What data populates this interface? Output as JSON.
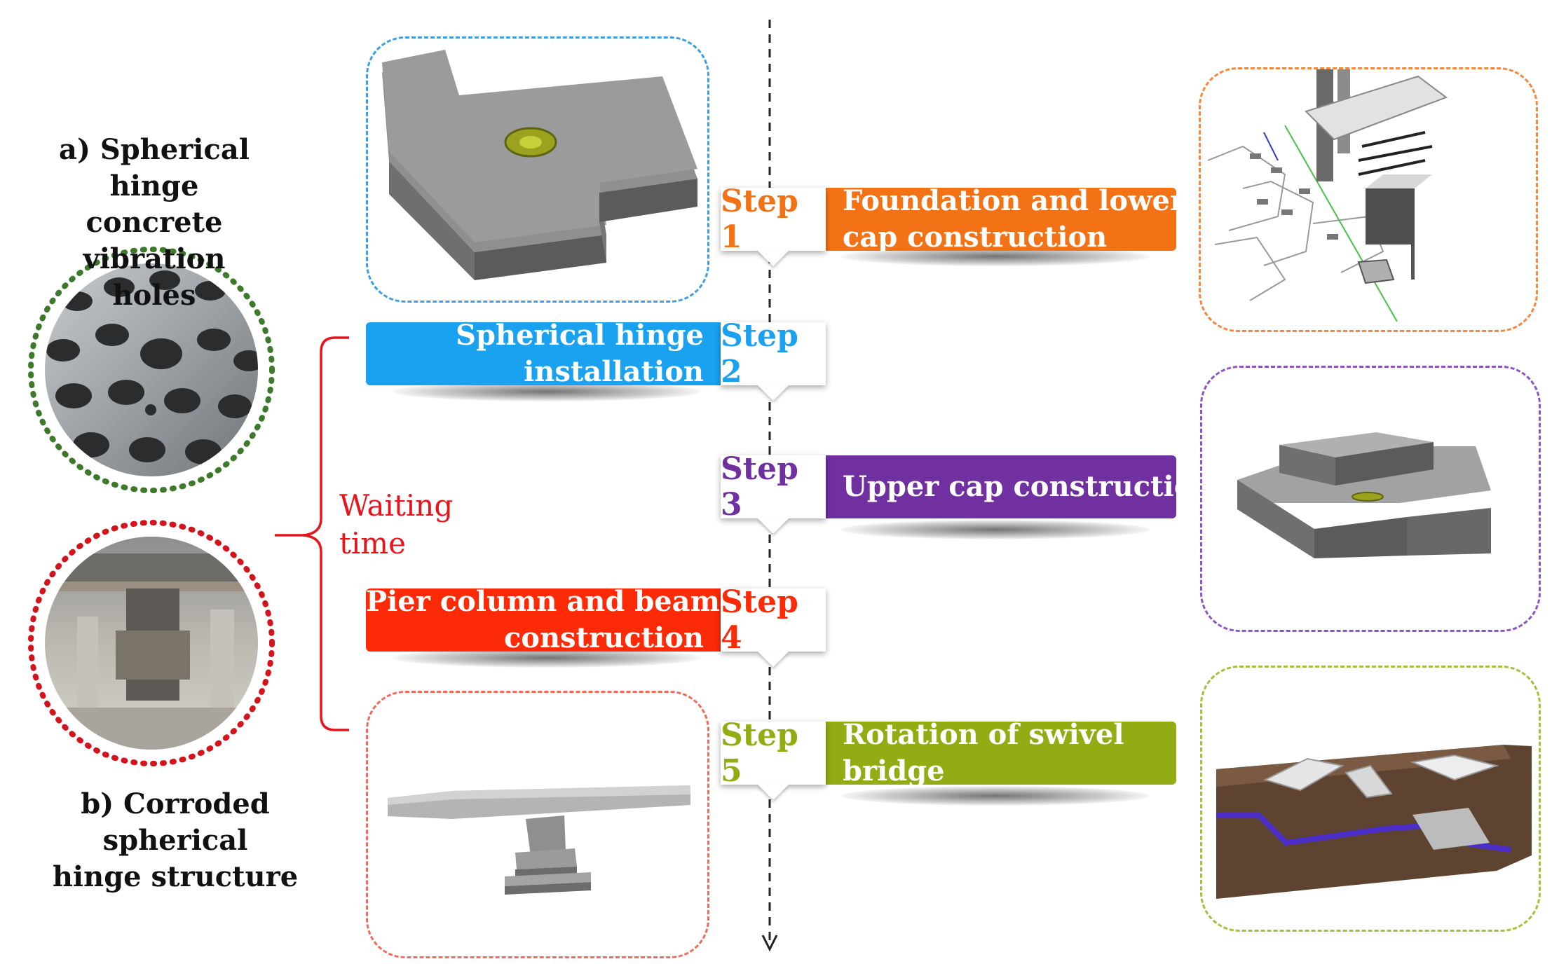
{
  "left_photos": {
    "a_label": [
      "a) Spherical hinge",
      "concrete vibration",
      "holes"
    ],
    "b_label": [
      "b) Corroded spherical",
      "hinge structure"
    ]
  },
  "waiting_time": [
    "Waiting",
    "time"
  ],
  "steps": [
    {
      "tag": "Step 1",
      "lines": [
        "Foundation and lower",
        "cap construction"
      ],
      "color": "#f47216",
      "side": "right"
    },
    {
      "tag": "Step 2",
      "lines": [
        "Spherical hinge",
        "installation"
      ],
      "color": "#1aa1f0",
      "side": "left"
    },
    {
      "tag": "Step 3",
      "lines": [
        "Upper cap construction"
      ],
      "color": "#7030a0",
      "side": "right"
    },
    {
      "tag": "Step 4",
      "lines": [
        "Pier column and beam",
        "construction"
      ],
      "color": "#fd2a07",
      "side": "left"
    },
    {
      "tag": "Step 5",
      "lines": [
        "Rotation of swivel",
        "bridge"
      ],
      "color": "#92ac14",
      "side": "right"
    }
  ],
  "panel_colors": {
    "step1_model": "#3d9ee8",
    "site_plan": "#f5883e",
    "upper_cap": "#8a54c4",
    "pier_beam": "#f26a5a",
    "swivel_site": "#9fc23a",
    "circle_a": "#3c7a2a",
    "circle_b": "#d4141c"
  }
}
